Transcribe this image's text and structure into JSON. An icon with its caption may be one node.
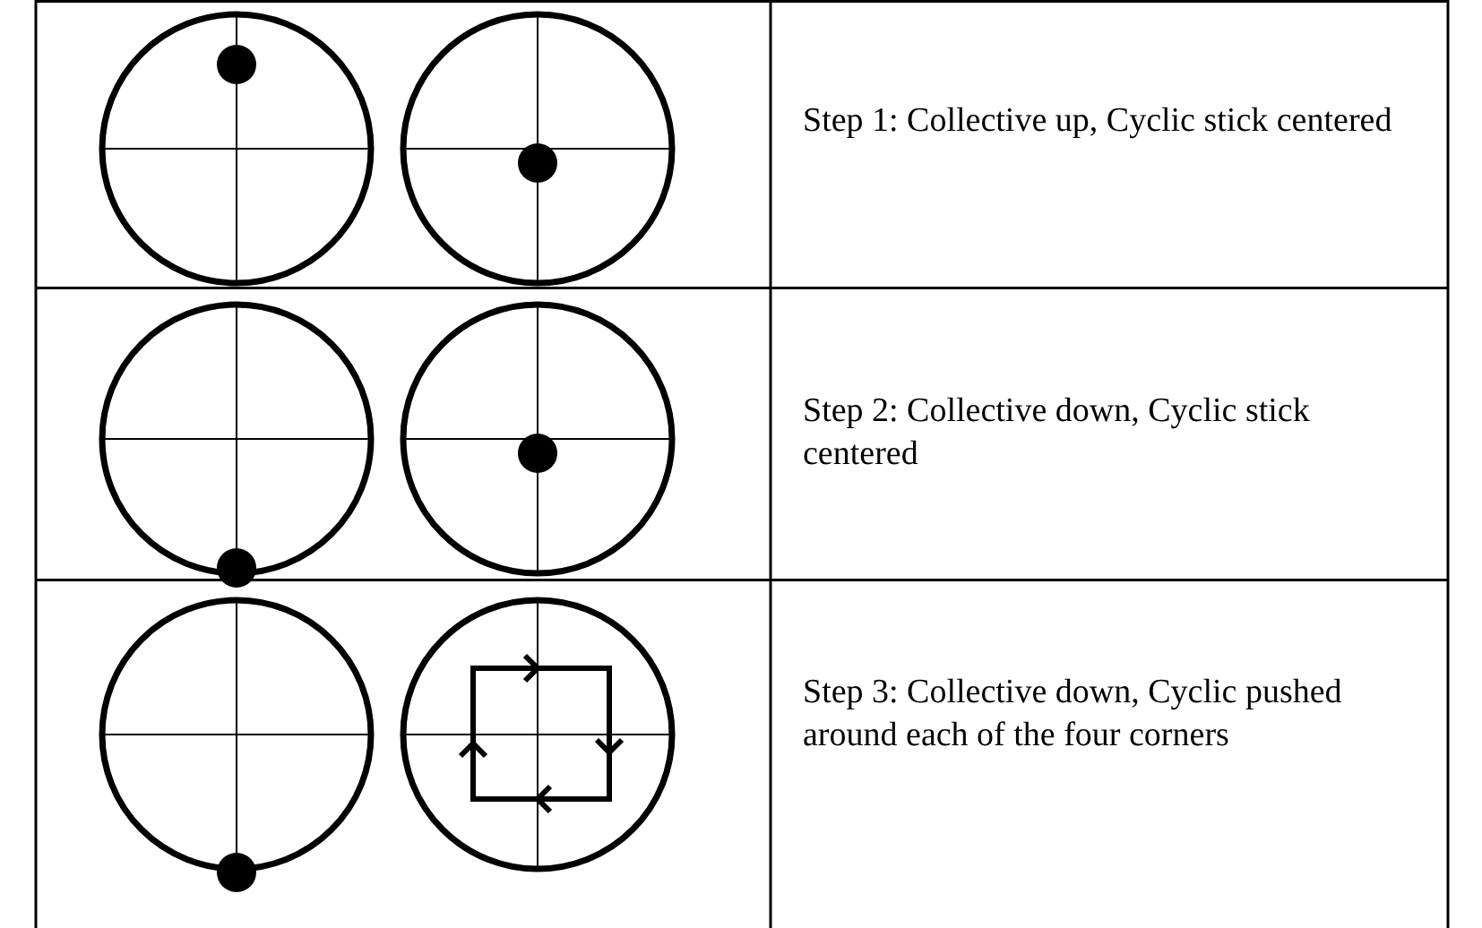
{
  "diagram": {
    "labels": [
      "Step 1: Collective up, Cyclic stick centered",
      "Step 2: Collective down, Cyclic stick centered",
      "Step 3: Collective down, Cyclic pushed around each of the four corners"
    ]
  }
}
